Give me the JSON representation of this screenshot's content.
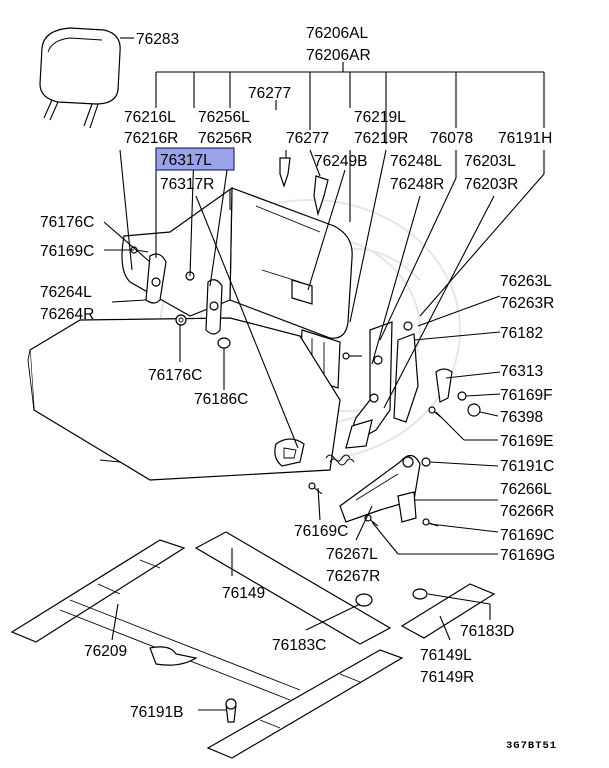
{
  "diagram_code": "3G7BT51",
  "highlight_color": "#9aa3e8",
  "labels": {
    "p76283": "76283",
    "p76206AL": "76206AL",
    "p76206AR": "76206AR",
    "p76277a": "76277",
    "p76277b": "76277",
    "p76216L": "76216L",
    "p76216R": "76216R",
    "p76256L": "76256L",
    "p76256R": "76256R",
    "p76219L": "76219L",
    "p76219R": "76219R",
    "p76078": "76078",
    "p76191H": "76191H",
    "p76317L": "76317L",
    "p76317R": "76317R",
    "p76249B": "76249B",
    "p76248L": "76248L",
    "p76248R": "76248R",
    "p76203L": "76203L",
    "p76203R": "76203R",
    "p76176C_top": "76176C",
    "p76169C_top": "76169C",
    "p76264L": "76264L",
    "p76264R": "76264R",
    "p76263L": "76263L",
    "p76263R": "76263R",
    "p76182": "76182",
    "p76176C_bot": "76176C",
    "p76186C": "76186C",
    "p76313": "76313",
    "p76169F": "76169F",
    "p76398": "76398",
    "p76169E": "76169E",
    "p76191C": "76191C",
    "p76266L": "76266L",
    "p76266R": "76266R",
    "p76169C_mid": "76169C",
    "p76169C_right": "76169C",
    "p76267L": "76267L",
    "p76267R": "76267R",
    "p76169G": "76169G",
    "p76149": "76149",
    "p76209": "76209",
    "p76183C": "76183C",
    "p76183D": "76183D",
    "p76149L": "76149L",
    "p76149R": "76149R",
    "p76191B": "76191B"
  }
}
